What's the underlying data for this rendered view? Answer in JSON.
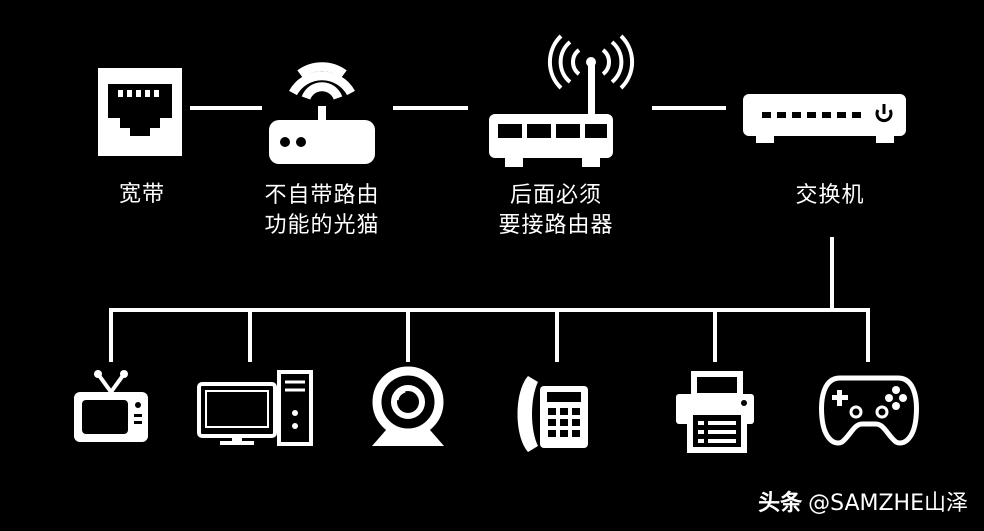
{
  "colors": {
    "background": "#000000",
    "foreground": "#ffffff"
  },
  "top_row": [
    {
      "id": "broadband",
      "icon": "ethernet-port-icon",
      "lines": [
        "宽带"
      ]
    },
    {
      "id": "modem",
      "icon": "wifi-modem-icon",
      "lines": [
        "不自带路由",
        "功能的光猫"
      ]
    },
    {
      "id": "router",
      "icon": "router-antenna-icon",
      "lines": [
        "后面必须",
        "要接路由器"
      ]
    },
    {
      "id": "switch",
      "icon": "network-switch-icon",
      "lines": [
        "交换机"
      ]
    }
  ],
  "bottom_row": [
    {
      "id": "tv",
      "icon": "tv-icon"
    },
    {
      "id": "desktop",
      "icon": "desktop-computer-icon"
    },
    {
      "id": "webcam",
      "icon": "webcam-icon"
    },
    {
      "id": "phone",
      "icon": "telephone-icon"
    },
    {
      "id": "printer",
      "icon": "printer-icon"
    },
    {
      "id": "gamepad",
      "icon": "gamepad-icon"
    }
  ],
  "watermark": {
    "brand": "头条",
    "handle": "@SAMZHE山泽"
  }
}
